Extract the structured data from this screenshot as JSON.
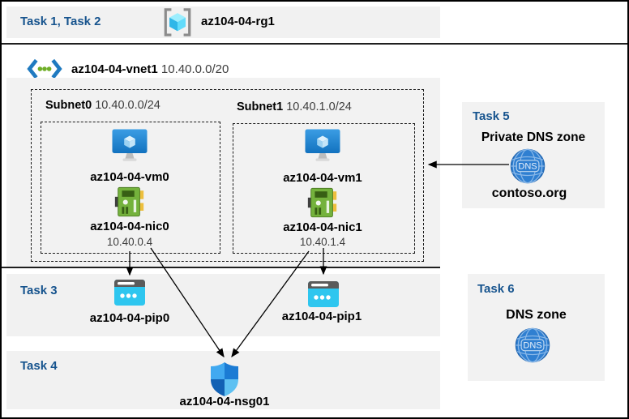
{
  "header": {
    "tasks_label": "Task 1, Task 2",
    "resource_group": "az104-04-rg1"
  },
  "vnet": {
    "name": "az104-04-vnet1",
    "cidr": "10.40.0.0/20"
  },
  "subnets": [
    {
      "name": "Subnet0",
      "cidr": "10.40.0.0/24",
      "vm_name": "az104-04-vm0",
      "nic_name": "az104-04-nic0",
      "nic_ip": "10.40.0.4"
    },
    {
      "name": "Subnet1",
      "cidr": "10.40.1.0/24",
      "vm_name": "az104-04-vm1",
      "nic_name": "az104-04-nic1",
      "nic_ip": "10.40.1.4"
    }
  ],
  "task3": {
    "label": "Task 3",
    "pip0": "az104-04-pip0",
    "pip1": "az104-04-pip1"
  },
  "task4": {
    "label": "Task 4",
    "nsg_name": "az104-04-nsg01"
  },
  "task5": {
    "label": "Task 5",
    "title": "Private DNS zone",
    "zone_name": "contoso.org",
    "icon_text": "DNS"
  },
  "task6": {
    "label": "Task 6",
    "title": "DNS zone",
    "icon_text": "DNS"
  },
  "colors": {
    "task_label": "#17548e",
    "band_bg": "#f1f1f1",
    "panel_bg": "#f2f2f2",
    "arrow": "#000000",
    "vm_blue": "#1f7ac0",
    "nic_green": "#74b23c",
    "pip_cyan": "#2ec6ef",
    "dns_blue": "#2f7fd1",
    "shield_blue": "#1b7bd4"
  }
}
